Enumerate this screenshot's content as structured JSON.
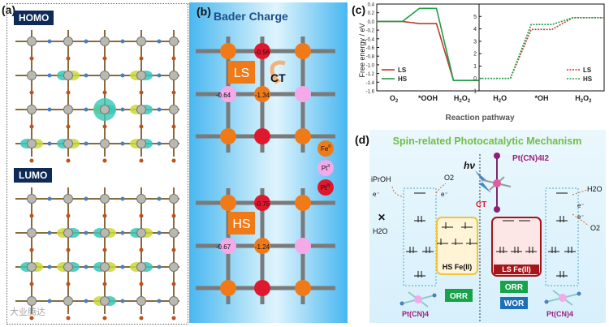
{
  "panel_a": {
    "label": "(a)",
    "homo_tag": "HOMO",
    "lumo_tag": "LUMO"
  },
  "panel_b": {
    "label": "(b)",
    "title": "Bader Charge",
    "ls_label": "LS",
    "hs_label": "HS",
    "ct_label": "CT",
    "ls_charges": {
      "top": "-0.56",
      "left": "-0.64",
      "center": "-1.34"
    },
    "hs_charges": {
      "top": "-0.75",
      "left": "-0.67",
      "center": "-1.24"
    },
    "legend": [
      {
        "symbol": "Fe",
        "sup": "II",
        "color": "#f07a18"
      },
      {
        "symbol": "Pt",
        "sup": "II",
        "color": "#f4a9e8"
      },
      {
        "symbol": "Pt",
        "sup": "IV",
        "color": "#e0182d"
      }
    ],
    "colors": {
      "fe2": "#f07a18",
      "pt2": "#f4a9e8",
      "pt4": "#e0182d",
      "grid": "#7a7a7a"
    }
  },
  "panel_c": {
    "label": "(c)",
    "ylabel": "Free energy / eV",
    "xlabel": "Reaction pathway",
    "left": {
      "categories": [
        "O2",
        "*OOH",
        "H2O2"
      ],
      "category_labels": [
        {
          "main": "O",
          "sub": "2",
          "tail": ""
        },
        {
          "main": "*OOH",
          "sub": "",
          "tail": ""
        },
        {
          "main": "H",
          "sub": "2",
          "tail": "O",
          "sub2": "2"
        }
      ],
      "ylim": [
        -1.6,
        0.4
      ],
      "yticks": [
        "-1.6",
        "-1.4",
        "-1.2",
        "-1.0",
        "-0.8",
        "-0.6",
        "-0.4",
        "-0.2",
        "0.0",
        "0.2",
        "0.4"
      ],
      "series": [
        {
          "name": "LS",
          "color": "#c0392b",
          "values": [
            0.0,
            -0.05,
            -1.36
          ]
        },
        {
          "name": "HS",
          "color": "#1e9e4a",
          "values": [
            0.0,
            0.3,
            -1.36
          ]
        }
      ]
    },
    "right": {
      "categories": [
        "H2O",
        "*OH",
        "H2O2"
      ],
      "category_labels": [
        {
          "main": "H",
          "sub": "2",
          "tail": "O"
        },
        {
          "main": "*OH",
          "sub": "",
          "tail": ""
        },
        {
          "main": "H",
          "sub": "2",
          "tail": "O",
          "sub2": "2"
        }
      ],
      "ylim": [
        -1,
        6
      ],
      "yticks": [
        "-1",
        "0",
        "1",
        "2",
        "3",
        "4",
        "5"
      ],
      "series": [
        {
          "name": "LS",
          "color": "#c0392b",
          "dashed": true,
          "values": [
            0.0,
            3.95,
            4.9
          ]
        },
        {
          "name": "HS",
          "color": "#1e9e4a",
          "dashed": true,
          "values": [
            0.0,
            4.35,
            4.9
          ]
        }
      ]
    }
  },
  "panel_d": {
    "label": "(d)",
    "title": "Spin-related Photocatalytic Mechanism",
    "hv": "hν",
    "pt_iv": "Pt(CN)4I2",
    "ct": "CT",
    "iproh": "iPrOH",
    "o2": "O2",
    "h2o_left": "H2O",
    "h2o_right": "H2O",
    "e_minus": "e⁻",
    "hs_box": "HS Fe(II)",
    "ls_box": "LS Fe(II)",
    "orr_left": "ORR",
    "orr_right": "ORR",
    "wor": "WOR",
    "pt_left": "Pt(CN)4",
    "pt_right": "Pt(CN)4",
    "colors": {
      "title": "#6fbf44",
      "ptmol": "#9b1f7e",
      "ct": "#e0182d",
      "hsbox": "#f2c23a",
      "lsbox": "#a4161a",
      "orr": "#17a34a",
      "wor": "#1d6fb8"
    }
  },
  "watermark": "大业腾达"
}
